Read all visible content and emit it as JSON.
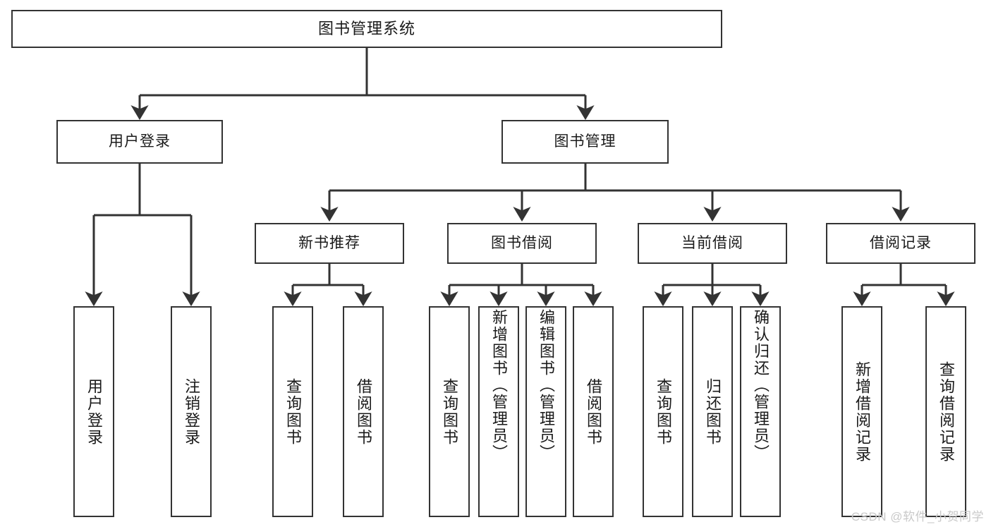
{
  "diagram": {
    "title": "图书管理系统",
    "type": "tree-hierarchy-diagram",
    "colors": {
      "box_border": "#333333",
      "box_fill": "#ffffff",
      "connector": "#333333",
      "watermark": "#c9c9c9"
    },
    "root": {
      "label": "图书管理系统"
    },
    "level2": [
      {
        "label": "用户登录"
      },
      {
        "label": "图书管理"
      }
    ],
    "level3": [
      {
        "label": "新书推荐"
      },
      {
        "label": "图书借阅"
      },
      {
        "label": "当前借阅"
      },
      {
        "label": "借阅记录"
      }
    ],
    "leaves": {
      "user_login": [
        {
          "label": "用户登录"
        },
        {
          "label": "注销登录"
        }
      ],
      "new_book_recommend": [
        {
          "label": "查询图书"
        },
        {
          "label": "借阅图书"
        }
      ],
      "book_borrow": [
        {
          "label": "查询图书"
        },
        {
          "label": "新增图书（管理员）"
        },
        {
          "label": "编辑图书（管理员）"
        },
        {
          "label": "借阅图书"
        }
      ],
      "current_borrow": [
        {
          "label": "查询图书"
        },
        {
          "label": "归还图书"
        },
        {
          "label": "确认归还（管理员）"
        }
      ],
      "borrow_record": [
        {
          "label": "新增借阅记录"
        },
        {
          "label": "查询借阅记录"
        }
      ]
    }
  },
  "watermark": {
    "text": "CSDN @软件_小贺同学"
  }
}
